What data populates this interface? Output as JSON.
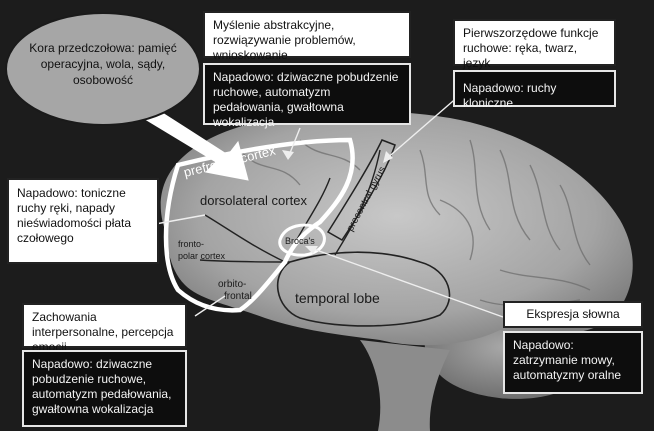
{
  "brain_labels": {
    "prefrontal_cortex": "prefrontal cortex",
    "dorsolateral_cortex": "dorsolateral cortex",
    "frontopolar_cortex_line1": "fronto-",
    "frontopolar_cortex_line2": "polar cortex",
    "orbitofrontal_line1": "orbito-",
    "orbitofrontal_line2": "frontal",
    "temporal_lobe": "temporal lobe",
    "brocas": "Broca's",
    "precentral_gyrus": "precentral gyrus"
  },
  "callouts": {
    "kora_przedczolowa": "Kora przedczołowa: pamięć operacyjna, wola, sądy, osobowość",
    "myslenie": "Myślenie abstrakcyjne, rozwiązywanie problemów, wnioskowanie",
    "napadowo_dziwaczne_top": "Napadowo: dziwaczne pobudzenie ruchowe, automatyzm pedałowania, gwałtowna wokalizacja",
    "pierwszorzedowe": "Pierwszorzędowe funkcje ruchowe: ręka, twarz, język",
    "napadowo_kloniczne": "Napadowo: ruchy kloniczne",
    "napadowo_toniczne": "Napadowo: toniczne ruchy ręki, napady nieświadomości płata czołowego",
    "zachowania": "Zachowania interpersonalne, percepcja emocji",
    "napadowo_dziwaczne_bottom": "Napadowo: dziwaczne pobudzenie ruchowe, automatyzm pedałowania, gwałtowna wokalizacja",
    "ekspresja": "Ekspresja słowna",
    "napadowo_zatrzymanie": "Napadowo: zatrzymanie mowy, automatyzmy oralne"
  },
  "colors": {
    "background": "#1c1c1c",
    "brain": "#a9a9a9",
    "outline": "#ffffff",
    "cloud": "#a6a6a6"
  }
}
